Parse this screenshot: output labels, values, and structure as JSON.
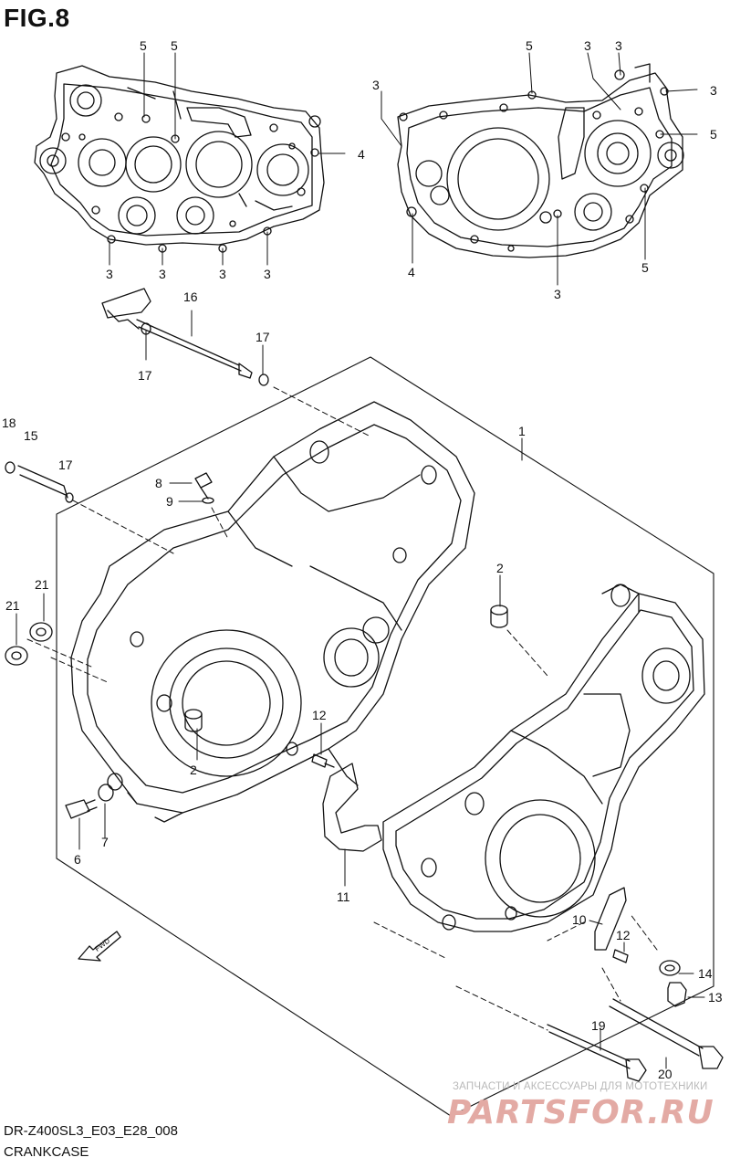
{
  "figure": {
    "title": "FIG.8",
    "model_code": "DR-Z400SL3_E03_E28_008",
    "section_name": "CRANKCASE",
    "forward_marker": "FWD"
  },
  "watermark": {
    "tagline": "ЗАПЧАСТИ И АКСЕССУАРЫ ДЛЯ МОТОТЕХНИКИ",
    "brand": "PARTSFOR.RU"
  },
  "callouts": [
    {
      "id": "c5a",
      "text": "5"
    },
    {
      "id": "c5b",
      "text": "5"
    },
    {
      "id": "c4a",
      "text": "4"
    },
    {
      "id": "c3a",
      "text": "3"
    },
    {
      "id": "c3b",
      "text": "3"
    },
    {
      "id": "c3c",
      "text": "3"
    },
    {
      "id": "c3d",
      "text": "3"
    },
    {
      "id": "c5c",
      "text": "5"
    },
    {
      "id": "c3e",
      "text": "3"
    },
    {
      "id": "c3f",
      "text": "3"
    },
    {
      "id": "c3g",
      "text": "3"
    },
    {
      "id": "c3h",
      "text": "3"
    },
    {
      "id": "c5d",
      "text": "5"
    },
    {
      "id": "c4b",
      "text": "4"
    },
    {
      "id": "c3i",
      "text": "3"
    },
    {
      "id": "c5e",
      "text": "5"
    },
    {
      "id": "c16",
      "text": "16"
    },
    {
      "id": "c17a",
      "text": "17"
    },
    {
      "id": "c17b",
      "text": "17"
    },
    {
      "id": "c18",
      "text": "18"
    },
    {
      "id": "c15",
      "text": "15"
    },
    {
      "id": "c17c",
      "text": "17"
    },
    {
      "id": "c1",
      "text": "1"
    },
    {
      "id": "c8",
      "text": "8"
    },
    {
      "id": "c9",
      "text": "9"
    },
    {
      "id": "c2a",
      "text": "2"
    },
    {
      "id": "c2b",
      "text": "2"
    },
    {
      "id": "c21a",
      "text": "21"
    },
    {
      "id": "c21b",
      "text": "21"
    },
    {
      "id": "c12a",
      "text": "12"
    },
    {
      "id": "c6",
      "text": "6"
    },
    {
      "id": "c7",
      "text": "7"
    },
    {
      "id": "c11",
      "text": "11"
    },
    {
      "id": "c10",
      "text": "10"
    },
    {
      "id": "c12b",
      "text": "12"
    },
    {
      "id": "c14",
      "text": "14"
    },
    {
      "id": "c13",
      "text": "13"
    },
    {
      "id": "c19",
      "text": "19"
    },
    {
      "id": "c20",
      "text": "20"
    }
  ]
}
